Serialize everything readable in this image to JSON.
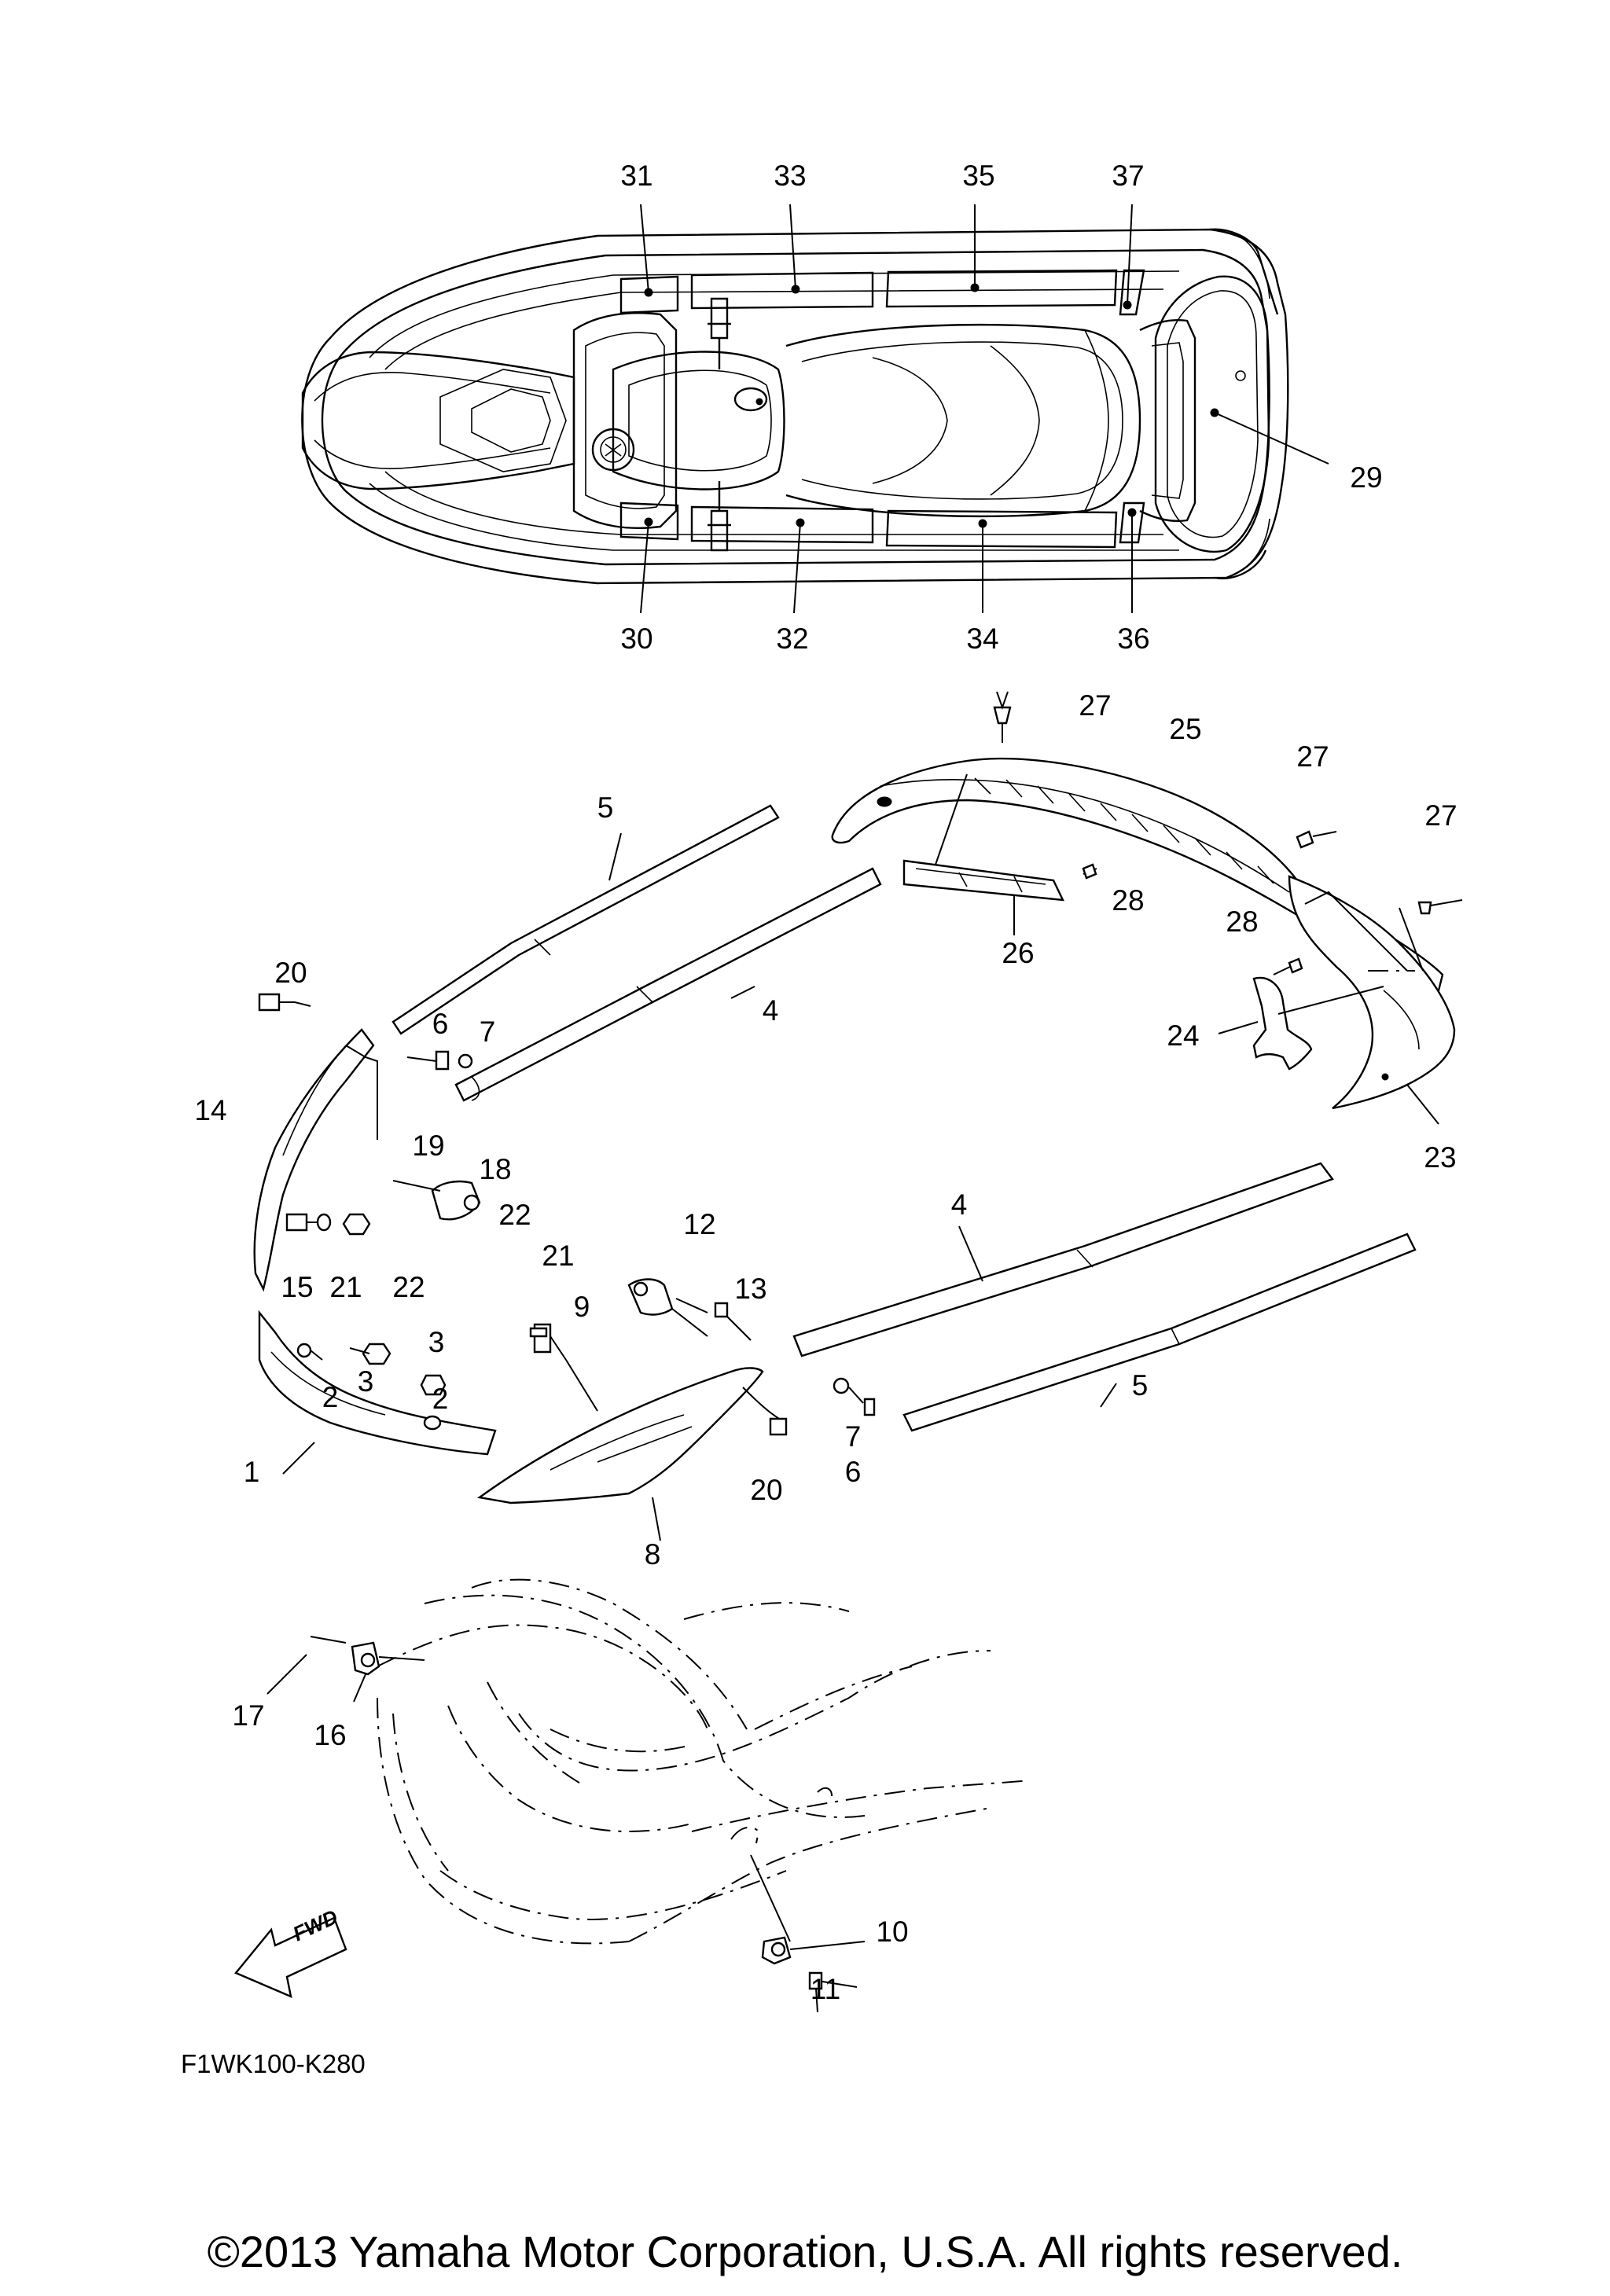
{
  "diagram": {
    "figure_code": "F1WK100-K280",
    "fwd_label": "FWD",
    "callouts": [
      "1",
      "2",
      "2",
      "3",
      "3",
      "4",
      "4",
      "5",
      "5",
      "6",
      "6",
      "7",
      "7",
      "8",
      "9",
      "10",
      "11",
      "12",
      "13",
      "14",
      "15",
      "16",
      "17",
      "18",
      "19",
      "20",
      "20",
      "21",
      "21",
      "22",
      "22",
      "23",
      "24",
      "25",
      "26",
      "27",
      "27",
      "27",
      "28",
      "28",
      "29",
      "30",
      "31",
      "32",
      "33",
      "34",
      "35",
      "36",
      "37"
    ]
  },
  "footer": {
    "copyright": "©2013 Yamaha Motor Corporation, U.S.A. All rights reserved."
  }
}
